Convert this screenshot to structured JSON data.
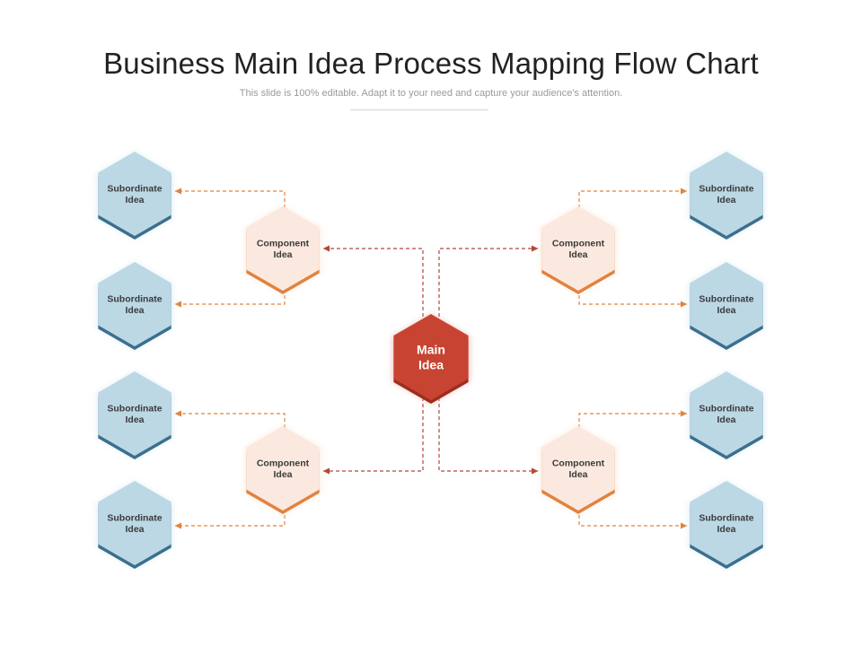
{
  "title": "Business Main Idea Process Mapping Flow Chart",
  "subtitle": "This slide is 100% editable. Adapt it to your need and capture your audience's attention.",
  "colors": {
    "main_fill": "#c84432",
    "main_edge": "#9e2d20",
    "component_fill": "#fbe9df",
    "component_edge": "#e0833f",
    "subordinate_fill": "#bcd8e5",
    "subordinate_edge": "#3b6f8f",
    "main_connector": "#b0473a",
    "side_connector": "#e0833f"
  },
  "main": {
    "label_lines": [
      "Main",
      "Idea"
    ]
  },
  "components": [
    {
      "id": "top-left",
      "label_lines": [
        "Component",
        "Idea"
      ]
    },
    {
      "id": "top-right",
      "label_lines": [
        "Component",
        "Idea"
      ]
    },
    {
      "id": "bottom-left",
      "label_lines": [
        "Component",
        "Idea"
      ]
    },
    {
      "id": "bottom-right",
      "label_lines": [
        "Component",
        "Idea"
      ]
    }
  ],
  "subordinates": [
    {
      "id": "left-1",
      "label_lines": [
        "Subordinate",
        "Idea"
      ]
    },
    {
      "id": "left-2",
      "label_lines": [
        "Subordinate",
        "Idea"
      ]
    },
    {
      "id": "left-3",
      "label_lines": [
        "Subordinate",
        "Idea"
      ]
    },
    {
      "id": "left-4",
      "label_lines": [
        "Subordinate",
        "Idea"
      ]
    },
    {
      "id": "right-1",
      "label_lines": [
        "Subordinate",
        "Idea"
      ]
    },
    {
      "id": "right-2",
      "label_lines": [
        "Subordinate",
        "Idea"
      ]
    },
    {
      "id": "right-3",
      "label_lines": [
        "Subordinate",
        "Idea"
      ]
    },
    {
      "id": "right-4",
      "label_lines": [
        "Subordinate",
        "Idea"
      ]
    }
  ]
}
